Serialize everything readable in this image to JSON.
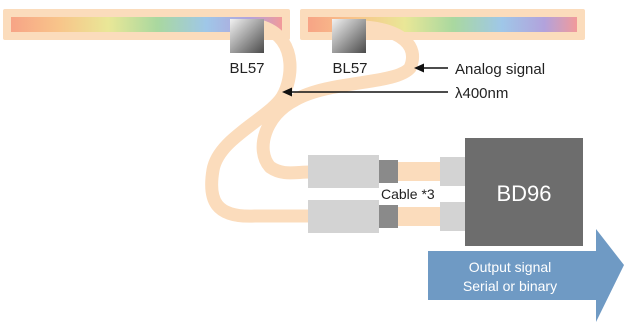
{
  "sensors": [
    {
      "label": "BL57"
    },
    {
      "label": "BL57"
    }
  ],
  "annotations": {
    "analog_signal": "Analog signal",
    "wavelength": "λ400nm",
    "cable": "Cable *3"
  },
  "controller": {
    "label": "BD96"
  },
  "output": {
    "line1": "Output signal",
    "line2": "Serial or binary"
  },
  "colors": {
    "fiber": "#fbdcbc",
    "strip_frame": "#fbdcbc",
    "controller_box": "#6d6d6d",
    "connector": "#d3d3d3",
    "connector_band": "#8a8a8a",
    "output_arrow": "#6f9ac4"
  },
  "icons": {
    "analog_arrow": "arrow-left-icon",
    "wavelength_arrow": "arrow-left-icon"
  }
}
